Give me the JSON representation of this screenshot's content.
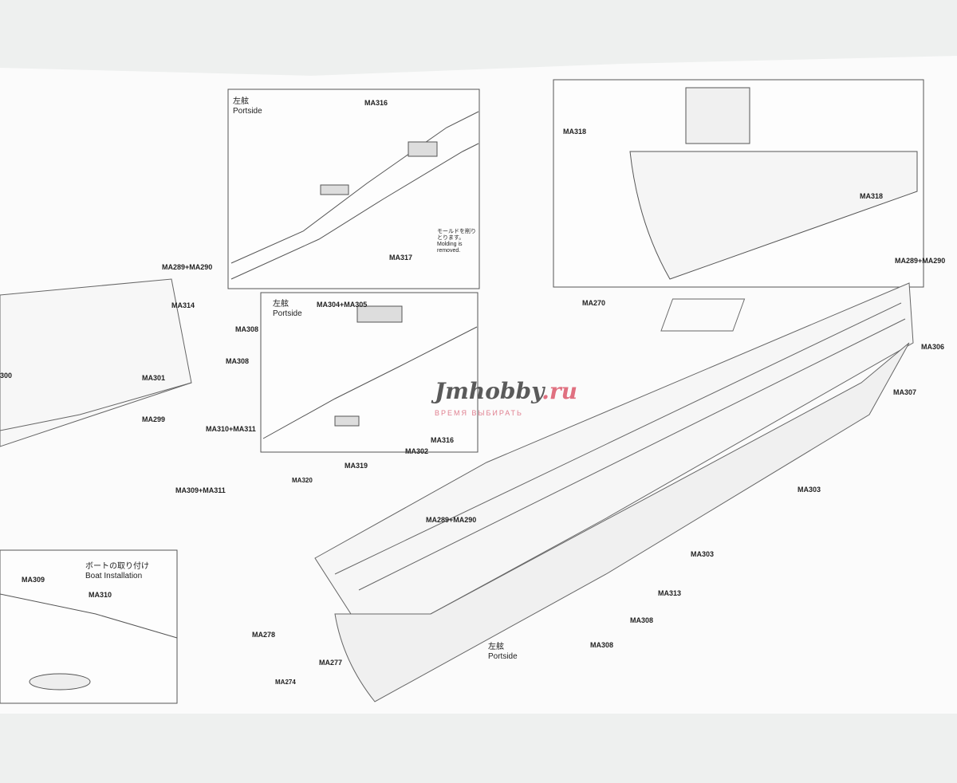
{
  "portside": {
    "jp": "左舷",
    "en": "Portside"
  },
  "boat_installation": {
    "jp": "ボートの取り付け",
    "en": "Boat Installation"
  },
  "molding_note": {
    "jp": "モールドを削りとります。",
    "en": "Molding is removed."
  },
  "watermark": {
    "brand": "Jmhobby",
    "tld": ".ru",
    "tagline": "ВРЕМЯ ВЫБИРАТЬ"
  },
  "labels": [
    "MA316",
    "MA317",
    "MA318",
    "MA318",
    "MA289+MA290",
    "MA314",
    "MA308",
    "MA308",
    "300",
    "MA301",
    "MA299",
    "MA310+MA311",
    "MA309+MA311",
    "MA304+MA305",
    "MA316",
    "MA270",
    "MA289+MA290",
    "MA306",
    "MA307",
    "MA302",
    "MA319",
    "MA320",
    "MA303",
    "MA289+MA290",
    "MA303",
    "MA313",
    "MA308",
    "MA308",
    "MA278",
    "MA277",
    "MA274",
    "MA309",
    "MA310"
  ]
}
